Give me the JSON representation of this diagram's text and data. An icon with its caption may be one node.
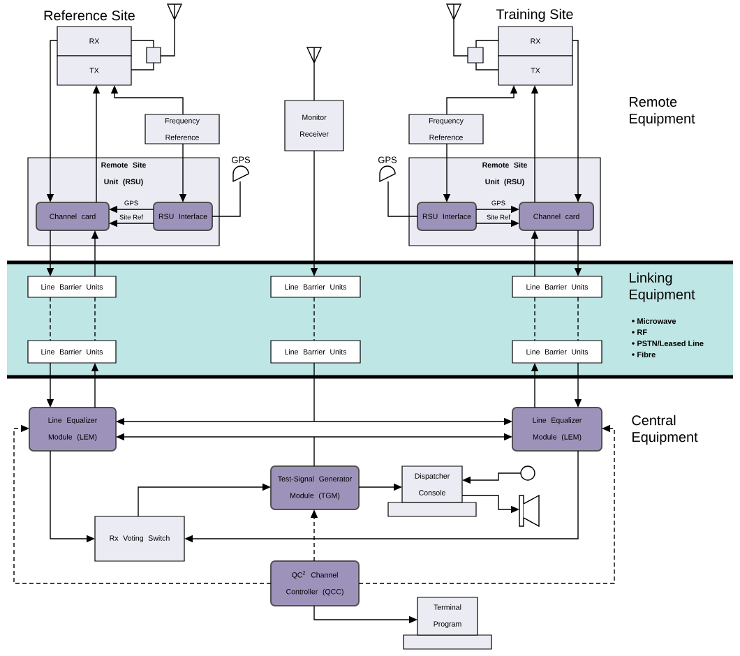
{
  "diagram": {
    "nodes": [
      {
        "text": [],
        "shape": "antenna"
      },
      {
        "text": [
          "RX"
        ]
      },
      {
        "text": [
          "TX"
        ]
      },
      {
        "text": [],
        "shape": "box"
      },
      {
        "text": [],
        "shape": "antenna"
      },
      {
        "text": [
          "RX"
        ]
      },
      {
        "text": [
          "TX"
        ]
      },
      {
        "text": [],
        "shape": "box"
      },
      {
        "text": [],
        "shape": "antenna"
      },
      {
        "text": [
          "Monitor Receiver"
        ]
      },
      {
        "text": [
          "Frequency Reference"
        ]
      },
      {
        "text": [
          "Frequency Reference"
        ]
      },
      {
        "text": [
          "GPS"
        ]
      },
      {
        "text": [
          "Remote Site Unit (RSU)"
        ]
      },
      {
        "text": [
          "Channel card"
        ],
        "in": 13
      },
      {
        "text": [
          "RSU Interface"
        ],
        "in": 13
      },
      {
        "text": [
          "GPS"
        ]
      },
      {
        "text": [
          "Remote Site Unit (RSU)"
        ]
      },
      {
        "text": [
          "RSU Interface"
        ],
        "in": 17
      },
      {
        "text": [
          "Channel card"
        ],
        "in": 17
      },
      {
        "text": [
          "Linking Equipment",
          "Microwave",
          "RF",
          "PSTN/Leased Line",
          "Fibre"
        ]
      },
      {
        "text": [
          "Line Barrier Units"
        ],
        "in": 20
      },
      {
        "text": [
          "Line Barrier Units"
        ],
        "in": 20
      },
      {
        "text": [
          "Line Barrier Units"
        ],
        "in": 20
      },
      {
        "text": [
          "Line Barrier Units"
        ],
        "in": 20
      },
      {
        "text": [
          "Line Barrier Units"
        ],
        "in": 20
      },
      {
        "text": [
          "Line Barrier Units"
        ],
        "in": 20
      },
      {
        "text": [
          "Line Equalizer Module (LEM)"
        ]
      },
      {
        "text": [
          "Line Equalizer Module (LEM)"
        ]
      },
      {
        "text": [
          "Test-Signal Generator Module (TGM)"
        ]
      },
      {
        "text": [
          "Dispatcher Console"
        ]
      },
      {
        "text": [],
        "shape": "microphone"
      },
      {
        "text": [],
        "shape": "speaker"
      },
      {
        "text": [
          "Rx Voting Switch"
        ]
      },
      {
        "text": [
          "QC$^{2}$ Channel Controller (QCC)"
        ]
      },
      {
        "text": [
          "Terminal Program"
        ]
      }
    ],
    "edges": [
      {
        "from": 1,
        "to": 3,
        "arrow": "none"
      },
      {
        "from": 2,
        "to": 3,
        "arrow": "none"
      },
      {
        "from": 3,
        "to": 0,
        "arrow": "none"
      },
      {
        "from": 5,
        "to": 7,
        "arrow": "none"
      },
      {
        "from": 6,
        "to": 7,
        "arrow": "none"
      },
      {
        "from": 7,
        "to": 4,
        "arrow": "none"
      },
      {
        "from": 8,
        "to": 9,
        "arrow": "none"
      },
      {
        "from": 1,
        "to": 14,
        "arrow": "to"
      },
      {
        "from": 14,
        "to": 2,
        "arrow": "to"
      },
      {
        "from": 10,
        "to": 2,
        "arrow": "to"
      },
      {
        "from": 10,
        "to": 15,
        "arrow": "to"
      },
      {
        "from": 15,
        "to": 14,
        "arrow": "to",
        "label": "GPS"
      },
      {
        "from": 15,
        "to": 14,
        "arrow": "to",
        "label": "Site Ref"
      },
      {
        "from": 12,
        "to": 15,
        "arrow": "none"
      },
      {
        "from": 5,
        "to": 19,
        "arrow": "to"
      },
      {
        "from": 19,
        "to": 6,
        "arrow": "to"
      },
      {
        "from": 11,
        "to": 6,
        "arrow": "to"
      },
      {
        "from": 11,
        "to": 18,
        "arrow": "to"
      },
      {
        "from": 18,
        "to": 19,
        "arrow": "to",
        "label": "GPS"
      },
      {
        "from": 18,
        "to": 19,
        "arrow": "to",
        "label": "Site Ref"
      },
      {
        "from": 16,
        "to": 18,
        "arrow": "none"
      },
      {
        "from": 14,
        "to": 21,
        "arrow": "to"
      },
      {
        "from": 21,
        "to": 14,
        "arrow": "to"
      },
      {
        "from": 21,
        "to": 24,
        "arrow": "none",
        "style": "dashed"
      },
      {
        "from": 21,
        "to": 24,
        "arrow": "none",
        "style": "dashed"
      },
      {
        "from": 24,
        "to": 27,
        "arrow": "to"
      },
      {
        "from": 27,
        "to": 24,
        "arrow": "to"
      },
      {
        "from": 9,
        "to": 22,
        "arrow": "to"
      },
      {
        "from": 22,
        "to": 25,
        "arrow": "none",
        "style": "dashed"
      },
      {
        "from": 19,
        "to": 23,
        "arrow": "to"
      },
      {
        "from": 23,
        "to": 19,
        "arrow": "to"
      },
      {
        "from": 23,
        "to": 26,
        "arrow": "none",
        "style": "dashed"
      },
      {
        "from": 23,
        "to": 26,
        "arrow": "none",
        "style": "dashed"
      },
      {
        "from": 28,
        "to": 26,
        "arrow": "to"
      },
      {
        "from": 26,
        "to": 28,
        "arrow": "to"
      },
      {
        "from": 25,
        "to": 27,
        "arrow": "to"
      },
      {
        "from": 25,
        "to": 28,
        "arrow": "to"
      },
      {
        "from": 29,
        "to": 27,
        "arrow": "to"
      },
      {
        "from": 29,
        "to": 28,
        "arrow": "to"
      },
      {
        "from": 27,
        "to": 33,
        "arrow": "to"
      },
      {
        "from": 28,
        "to": 33,
        "arrow": "to"
      },
      {
        "from": 33,
        "to": 29,
        "arrow": "to"
      },
      {
        "from": 29,
        "to": 30,
        "arrow": "to"
      },
      {
        "from": 31,
        "to": 30,
        "arrow": "to"
      },
      {
        "from": 30,
        "to": 32,
        "arrow": "to"
      },
      {
        "from": 34,
        "to": 29,
        "arrow": "to",
        "style": "dashed"
      },
      {
        "from": 34,
        "to": 27,
        "arrow": "to",
        "style": "dashed"
      },
      {
        "from": 34,
        "to": 28,
        "arrow": "to",
        "style": "dashed"
      },
      {
        "from": 34,
        "to": 35,
        "arrow": "to"
      }
    ],
    "labels": [
      "Reference Site",
      "Training Site",
      "Remote Equipment",
      "Central Equipment"
    ]
  }
}
